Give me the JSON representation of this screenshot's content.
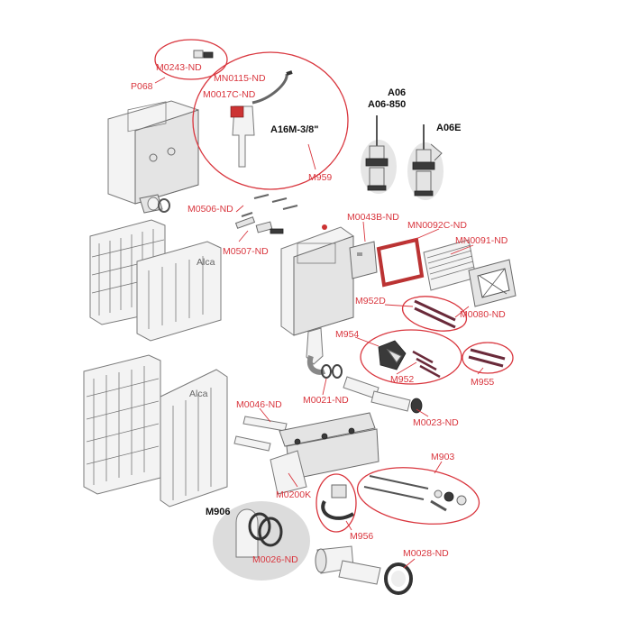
{
  "labels": {
    "m0243": "M0243-ND",
    "p068": "P068",
    "mn0115": "MN0115-ND",
    "m0017c": "M0017C-ND",
    "a16m": "A16M-3/8\"",
    "m959": "M959",
    "a06": "A06",
    "a06_850": "A06-850",
    "a06e": "A06E",
    "m0506": "M0506-ND",
    "m0507": "M0507-ND",
    "m0043b": "M0043B-ND",
    "mn0092c": "MN0092C-ND",
    "mn0091": "MN0091-ND",
    "m952d": "M952D",
    "m0080": "M0080-ND",
    "m954": "M954",
    "m952": "M952",
    "m955": "M955",
    "m0021": "M0021-ND",
    "m0023": "M0023-ND",
    "m0046": "M0046-ND",
    "m0200k": "M0200K",
    "m903": "M903",
    "m906": "M906",
    "m0026": "M0026-ND",
    "m956": "M956",
    "m0028": "M0028-ND",
    "brand_upper": "Alca",
    "brand_lower": "Alca"
  },
  "colors": {
    "callout": "#d9363e",
    "bold_label": "#111111",
    "part_fill": "#f3f3f3",
    "part_stroke": "#7a7a7a"
  }
}
